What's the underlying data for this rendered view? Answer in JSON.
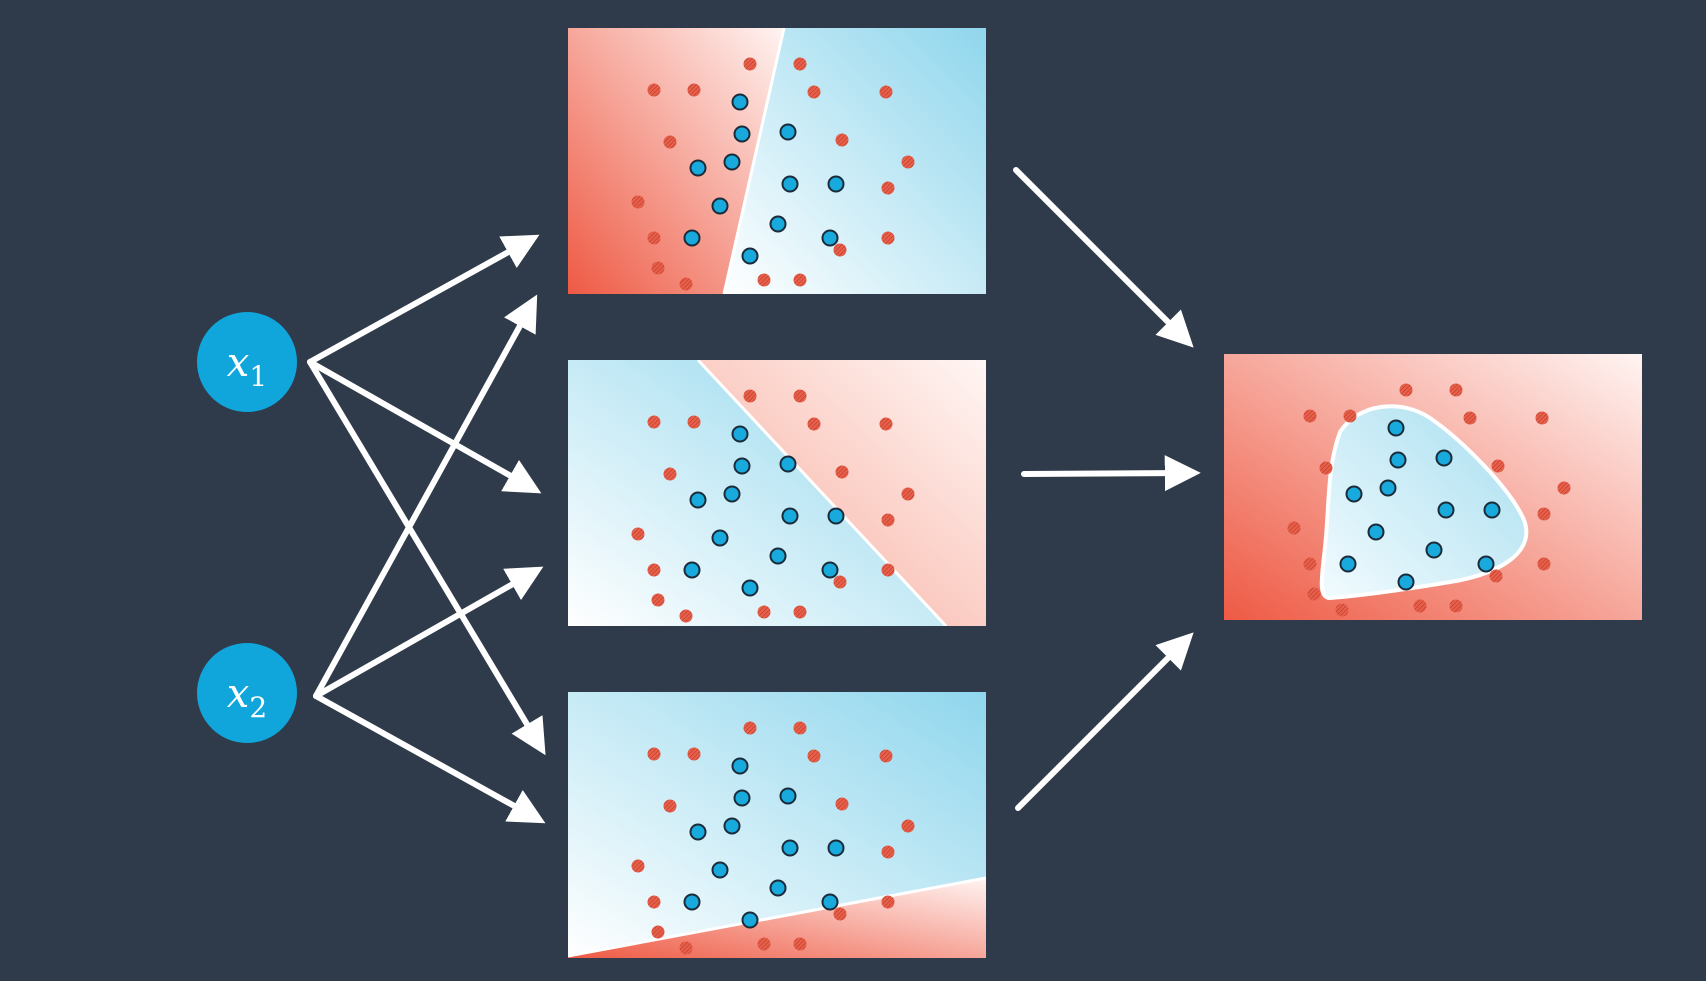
{
  "colors": {
    "background": "#2f3b4a",
    "input_node": "#10a6dc",
    "class_negative": "#e8604a",
    "class_positive": "#18a9dd",
    "region_red": "#f0604a",
    "region_blue": "#9ad9ee",
    "arrow": "#ffffff"
  },
  "inputs": [
    {
      "symbol": "x",
      "subscript": "1",
      "icon": "input-node-circle"
    },
    {
      "symbol": "x",
      "subscript": "2",
      "icon": "input-node-circle"
    }
  ],
  "hidden_units": [
    {
      "boundary": "line-steep-positive",
      "description_icon": "linear-decision-panel"
    },
    {
      "boundary": "line-diagonal-negative",
      "description_icon": "linear-decision-panel"
    },
    {
      "boundary": "line-shallow",
      "description_icon": "linear-decision-panel"
    }
  ],
  "output": {
    "boundary": "closed-curve",
    "description_icon": "nonlinear-decision-panel"
  }
}
